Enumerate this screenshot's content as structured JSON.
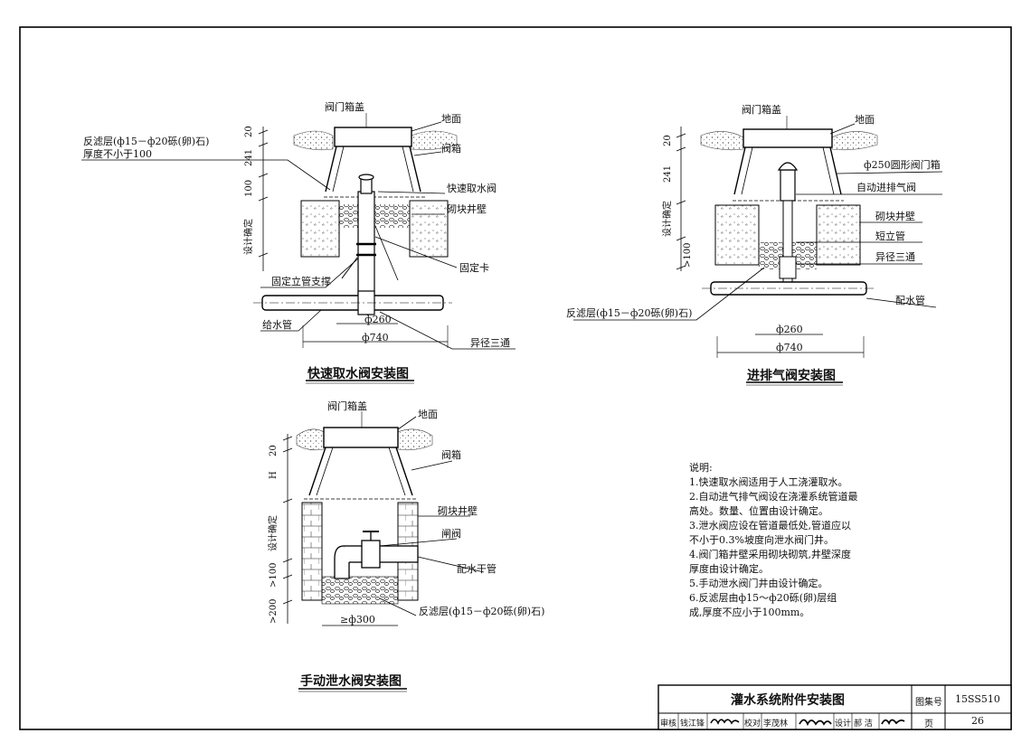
{
  "diagram1": {
    "title": "快速取水阀安装图",
    "labels": {
      "box_cover": "阀门箱盖",
      "ground": "地面",
      "filter_layer": "反滤层(ф15－ф20砾(卵)石)",
      "min_thickness": "厚度不小于100",
      "valve_box": "阀箱",
      "quick_valve": "快速取水阀",
      "block_wall": "砌块井壁",
      "fixing_clamp": "固定卡",
      "riser_support": "固定立管支撑",
      "supply_pipe": "给水管",
      "reducer_tee": "异径三通",
      "dim_260": "ф260",
      "dim_740": "ф740"
    },
    "vertical_dims": {
      "d20": "20",
      "d241": "241",
      "d100": "100",
      "design": "设计确定"
    }
  },
  "diagram2": {
    "title": "进排气阀安装图",
    "labels": {
      "box_cover": "阀门箱盖",
      "ground": "地面",
      "round_box": "ф250圆形阀门箱",
      "air_valve": "自动进排气阀",
      "block_wall": "砌块井壁",
      "short_riser": "短立管",
      "reducer_tee": "异径三通",
      "dist_pipe": "配水管",
      "filter_layer": "反滤层(ф15－ф20砾(卵)石)",
      "dim_260": "ф260",
      "dim_740": "ф740"
    },
    "vertical_dims": {
      "d20": "20",
      "d241": "241",
      "design": "设计确定",
      "gt100": ">100"
    }
  },
  "diagram3": {
    "title": "手动泄水阀安装图",
    "labels": {
      "box_cover": "阀门箱盖",
      "ground": "地面",
      "valve_box": "阀箱",
      "block_wall": "砌块井壁",
      "gate_valve": "闸阀",
      "main_pipe": "配水干管",
      "filter_layer": "反滤层(ф15－ф20砾(卵)石)",
      "dim_300": "≥ф300"
    },
    "vertical_dims": {
      "d20": "20",
      "H": "H",
      "design": "设计确定",
      "gt100": ">100",
      "gt200": ">200"
    }
  },
  "notes": {
    "heading": "说明:",
    "lines": [
      "1.快速取水阀适用于人工浇灌取水。",
      "2.自动进气排气阀设在浇灌系统管道最",
      "   高处。数量、位置由设计确定。",
      "3.泄水阀应设在管道最低处,管道应以",
      "   不小于0.3%坡度向泄水阀门井。",
      "4.阀门箱井壁采用砌块砌筑,井壁深度",
      "   厚度由设计确定。",
      "5.手动泄水阀门井由设计确定。",
      "6.反滤层由ф15～ф20砾(卵)层组",
      "   成,厚度不应小于100mm。"
    ]
  },
  "title_block": {
    "drawing_title": "灌水系统附件安装图",
    "atlas_label": "图集号",
    "atlas_no": "15SS510",
    "page_label": "页",
    "page_no": "26",
    "review_label": "审核",
    "reviewer": "钱江锋",
    "check_label": "校对",
    "checker": "李茂林",
    "design_label": "设计",
    "designer": "郝 洁"
  }
}
